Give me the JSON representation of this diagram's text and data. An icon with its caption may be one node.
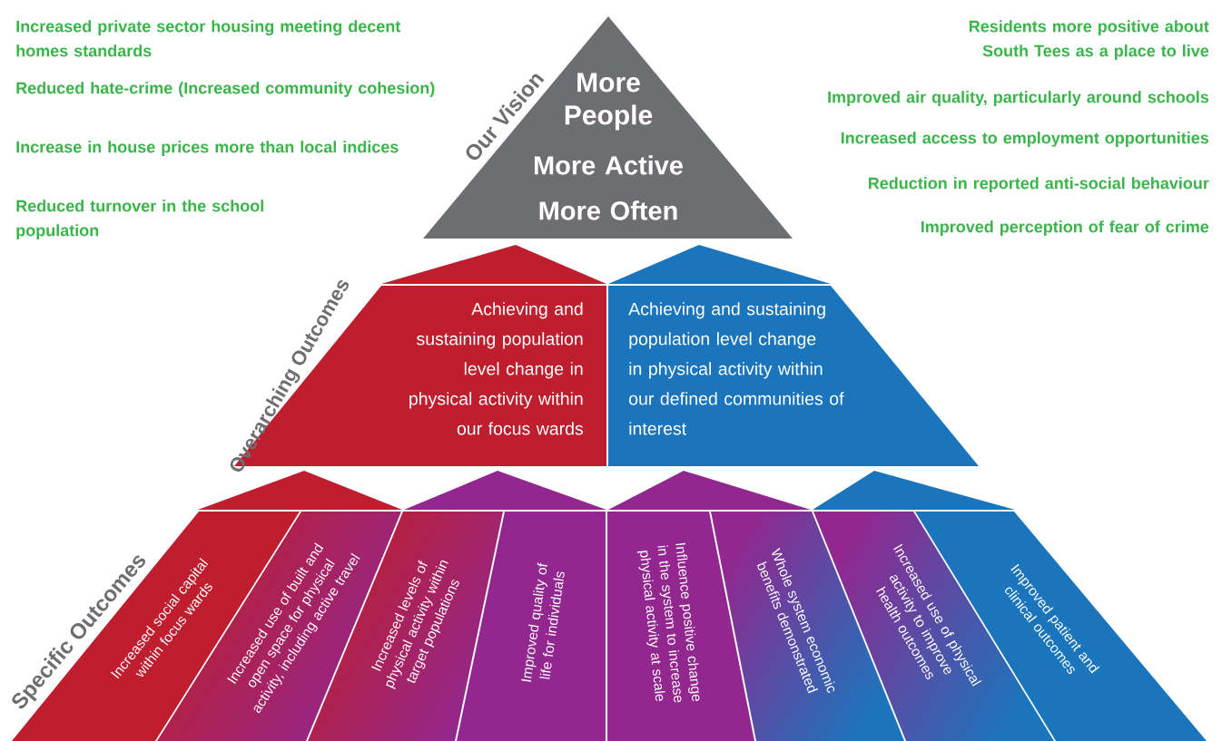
{
  "diagram": {
    "nodes": [
      {
        "text": [
          "More People",
          "More Active More Often"
        ]
      },
      {
        "text": [
          "Achieving and sustaining population level change in physical activity within our focus wards"
        ]
      },
      {
        "text": [
          "Achieving and sustaining population level change in physical activity within our defined communities of interest"
        ]
      },
      {
        "text": [
          "Increased social capital within focus wards"
        ]
      },
      {
        "text": [
          "Increased use of built and open space for physical activity, including active travel"
        ]
      },
      {
        "text": [
          "Increased levels of physical activity within target populations"
        ]
      },
      {
        "text": [
          "Improved quality of life for individuals"
        ]
      },
      {
        "text": [
          "Influence positive change in the system to increase physical activity at scale"
        ]
      },
      {
        "text": [
          "Whole system economic benefits demonstrated"
        ]
      },
      {
        "text": [
          "Increased use of physical activity to improve health outcomes"
        ]
      },
      {
        "text": [
          "Improved patient and clinical outcomes"
        ]
      },
      {
        "text": [],
        "shape": "triangle"
      },
      {
        "text": [],
        "shape": "triangle"
      },
      {
        "text": [],
        "shape": "triangle"
      },
      {
        "text": [],
        "shape": "triangle"
      }
    ],
    "labels": [
      "Increased private sector housing meeting decent homes standards",
      "Reduced hate-crime (Increased community cohesion)",
      "Increase in house prices more than local indices",
      "Reduced turnover in the school population",
      "Residents more positive about South Tees as a place to live",
      "Improved air quality, particularly around schools",
      "Increased access to employment opportunities",
      "Reduction in reported anti-social behaviour",
      "Improved perception of fear of crime",
      "Our Vision",
      "Overarching Outcomes",
      "Specific Outcomes"
    ]
  }
}
